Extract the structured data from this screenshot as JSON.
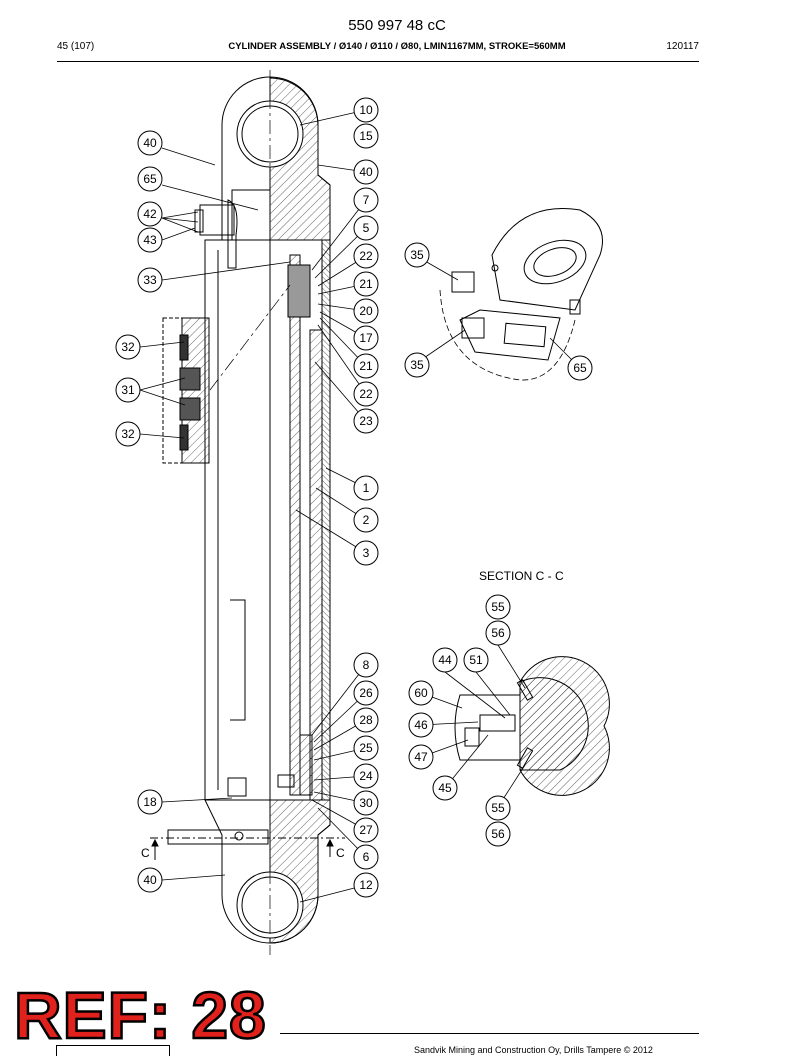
{
  "header": {
    "doc_number": "550 997 48 cC",
    "page": "45 (107)",
    "title": "CYLINDER ASSEMBLY / Ø140 / Ø110 / Ø80, LMIN1167MM, STROKE=560MM",
    "code": "120117"
  },
  "section_label": "SECTION C - C",
  "section_mark": "C",
  "callouts": [
    {
      "id": "c10",
      "label": "10"
    },
    {
      "id": "c15",
      "label": "15"
    },
    {
      "id": "c40a",
      "label": "40"
    },
    {
      "id": "c40b",
      "label": "40"
    },
    {
      "id": "c65a",
      "label": "65"
    },
    {
      "id": "c7",
      "label": "7"
    },
    {
      "id": "c42",
      "label": "42"
    },
    {
      "id": "c43",
      "label": "43"
    },
    {
      "id": "c5",
      "label": "5"
    },
    {
      "id": "c22a",
      "label": "22"
    },
    {
      "id": "c35a",
      "label": "35"
    },
    {
      "id": "c33",
      "label": "33"
    },
    {
      "id": "c21a",
      "label": "21"
    },
    {
      "id": "c20",
      "label": "20"
    },
    {
      "id": "c17",
      "label": "17"
    },
    {
      "id": "c32a",
      "label": "32"
    },
    {
      "id": "c21b",
      "label": "21"
    },
    {
      "id": "c35b",
      "label": "35"
    },
    {
      "id": "c65b",
      "label": "65"
    },
    {
      "id": "c31",
      "label": "31"
    },
    {
      "id": "c22b",
      "label": "22"
    },
    {
      "id": "c23",
      "label": "23"
    },
    {
      "id": "c32b",
      "label": "32"
    },
    {
      "id": "c1",
      "label": "1"
    },
    {
      "id": "c2",
      "label": "2"
    },
    {
      "id": "c3",
      "label": "3"
    },
    {
      "id": "c55a",
      "label": "55"
    },
    {
      "id": "c56a",
      "label": "56"
    },
    {
      "id": "c8",
      "label": "8"
    },
    {
      "id": "c44",
      "label": "44"
    },
    {
      "id": "c51",
      "label": "51"
    },
    {
      "id": "c26",
      "label": "26"
    },
    {
      "id": "c60",
      "label": "60"
    },
    {
      "id": "c28",
      "label": "28"
    },
    {
      "id": "c46",
      "label": "46"
    },
    {
      "id": "c25",
      "label": "25"
    },
    {
      "id": "c47",
      "label": "47"
    },
    {
      "id": "c24",
      "label": "24"
    },
    {
      "id": "c45",
      "label": "45"
    },
    {
      "id": "c18",
      "label": "18"
    },
    {
      "id": "c30",
      "label": "30"
    },
    {
      "id": "c55b",
      "label": "55"
    },
    {
      "id": "c27",
      "label": "27"
    },
    {
      "id": "c56b",
      "label": "56"
    },
    {
      "id": "c6",
      "label": "6"
    },
    {
      "id": "c40c",
      "label": "40"
    },
    {
      "id": "c12",
      "label": "12"
    }
  ],
  "watermark": "REF: 28",
  "footer": "Sandvik Mining and Construction Oy, Drills Tampere © 2012"
}
